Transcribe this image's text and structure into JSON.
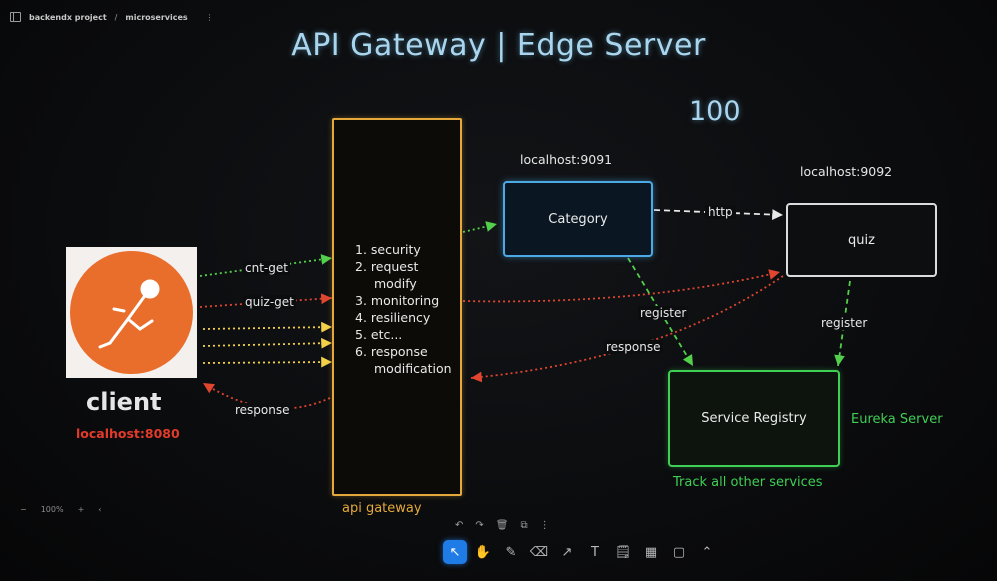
{
  "topbar": {
    "project": "backendx project",
    "separator": "/",
    "page": "microservices",
    "more": "⋮"
  },
  "title": "API Gateway | Edge Server",
  "counter": "100",
  "client": {
    "label": "client",
    "host": "localhost:8080"
  },
  "gateway": {
    "caption": "api gateway",
    "items": [
      "1. security",
      "2. request",
      "modify",
      "3. monitoring",
      "4. resiliency",
      "5. etc...",
      "6. response",
      "modification"
    ]
  },
  "category": {
    "label": "Category",
    "host": "localhost:9091"
  },
  "quiz": {
    "label": "quiz",
    "host": "localhost:9092"
  },
  "registry": {
    "label": "Service Registry",
    "tag": "Eureka Server",
    "caption": "Track all other services"
  },
  "edges": {
    "cnt_get": "cnt-get",
    "quiz_get": "quiz-get",
    "response_left": "response",
    "http": "http",
    "register_cat": "register",
    "register_quiz": "register",
    "response_mid": "response"
  },
  "zoom": {
    "minus": "−",
    "level": "100%",
    "plus": "+",
    "collapse": "‹"
  },
  "history": {
    "undo": "↶",
    "redo": "↷",
    "delete": "🗑",
    "duplicate": "⧉",
    "more": "⋮"
  },
  "tools": [
    {
      "name": "select-tool",
      "glyph": "↖"
    },
    {
      "name": "hand-tool",
      "glyph": "✋"
    },
    {
      "name": "pencil-tool",
      "glyph": "✎"
    },
    {
      "name": "eraser-tool",
      "glyph": "⌫"
    },
    {
      "name": "arrow-tool",
      "glyph": "↗"
    },
    {
      "name": "text-tool",
      "glyph": "T"
    },
    {
      "name": "note-tool",
      "glyph": "🗒"
    },
    {
      "name": "media-tool",
      "glyph": "▦"
    },
    {
      "name": "frame-tool",
      "glyph": "▢"
    },
    {
      "name": "more-tools",
      "glyph": "⌃"
    }
  ],
  "colors": {
    "title": "#a9d6ee",
    "gateway": "#e4a93a",
    "category": "#4ba9e6",
    "registry": "#3fcf55",
    "red": "#e0452f",
    "green_edge": "#52d04b",
    "yellow_edge": "#f2d04a",
    "client_red": "#e23b2b",
    "orange_logo": "#e96e2c"
  }
}
